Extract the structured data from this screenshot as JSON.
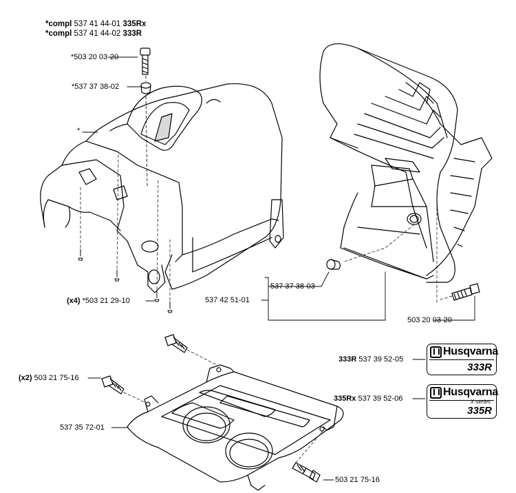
{
  "header": {
    "line1_prefix": "*compl",
    "line1_number": "537 41 44-01",
    "line1_model": "335Rx",
    "line2_prefix": "*compl",
    "line2_number": "537 41 44-02",
    "line2_model": "333R"
  },
  "labels": {
    "bolt_top": "*503 20 03-20",
    "washer_top": "*537 37 38-02",
    "cover_star": "*",
    "screws_qty": "(x4)",
    "screws_number": "*503 21 29-10",
    "plug": "537 37 38-03",
    "housing": "537 42 51-01",
    "bolt_right": "503 20 03-20",
    "bolts_left_qty": "(x2)",
    "bolts_left_number": "503 21 75-16",
    "plate": "537 35 72-01",
    "bolt_bottom": "503 21 75-16"
  },
  "decals": [
    {
      "model_code": "333R",
      "number": "537 39 52-05",
      "brand": "Husqvarna",
      "model": "333R",
      "series": ""
    },
    {
      "model_code": "335Rx",
      "number": "537 39 52-06",
      "brand": "Husqvarna",
      "model": "335R",
      "series": "X-series"
    }
  ]
}
